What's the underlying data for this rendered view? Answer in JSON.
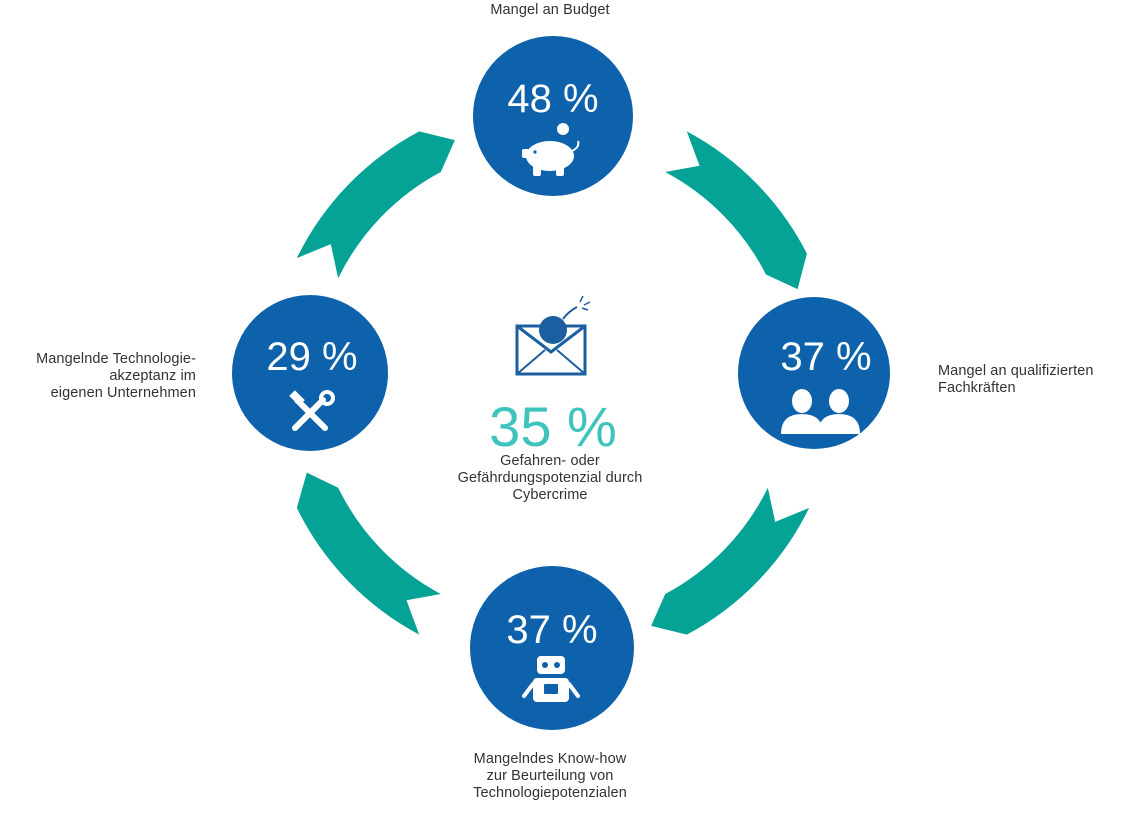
{
  "colors": {
    "circle": "#0e62ab",
    "arrow": "#04a396",
    "center_icon": "#1a5fa0",
    "center_value": "#3fc3bd",
    "text": "#333333"
  },
  "center": {
    "value": "35 %",
    "label_lines": [
      "Gefahren- oder",
      "Gefährdungspotenzial durch",
      "Cybercrime"
    ],
    "icon": "envelope-bomb-icon"
  },
  "nodes": {
    "top": {
      "value": "48 %",
      "icon": "piggy-bank-icon",
      "label_lines": [
        "Mangel an Budget"
      ]
    },
    "right": {
      "value": "37 %",
      "icon": "people-icon",
      "label_lines": [
        "Mangel an qualifizierten",
        "Fachkräften"
      ]
    },
    "bottom": {
      "value": "37 %",
      "icon": "robot-icon",
      "label_lines": [
        "Mangelndes Know-how",
        "zur Beurteilung von",
        "Technologiepotenzialen"
      ]
    },
    "left": {
      "value": "29 %",
      "icon": "tools-icon",
      "label_lines": [
        "Mangelnde Technologie-",
        "akzeptanz im",
        "eigenen Unternehmen"
      ]
    }
  }
}
